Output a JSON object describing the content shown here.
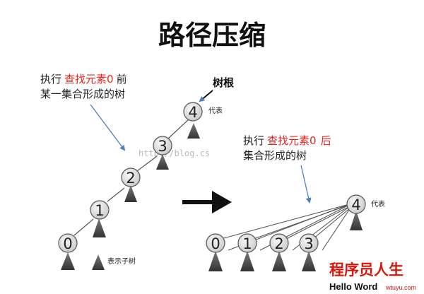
{
  "title": "路径压缩",
  "before": {
    "caption_line1_prefix": "执行",
    "caption_line1_highlight": "查找元素0",
    "caption_line1_suffix": "前",
    "caption_line2": "某一集合形成的树",
    "root_label": "树根",
    "rep_label": "代表",
    "subtree_label": "表示子树",
    "nodes": [
      "4",
      "3",
      "2",
      "1",
      "0"
    ]
  },
  "after": {
    "caption_line1_prefix": "执行",
    "caption_line1_highlight": "查找元素0",
    "caption_line1_suffix": "后",
    "caption_line2": "集合形成的树",
    "rep_label": "代表",
    "root": "4",
    "children": [
      "0",
      "1",
      "2",
      "3"
    ]
  },
  "watermark": "http://blog.cs",
  "logo": {
    "cn": "程序员人生",
    "en": "Hello Word",
    "url": "wtuyu.com"
  },
  "colors": {
    "highlight": "#e8241e",
    "arrow": "#4f7fc0",
    "node_fill": "#d9d9d9",
    "triangle": "#555555",
    "logo_red": "#d8160c"
  }
}
